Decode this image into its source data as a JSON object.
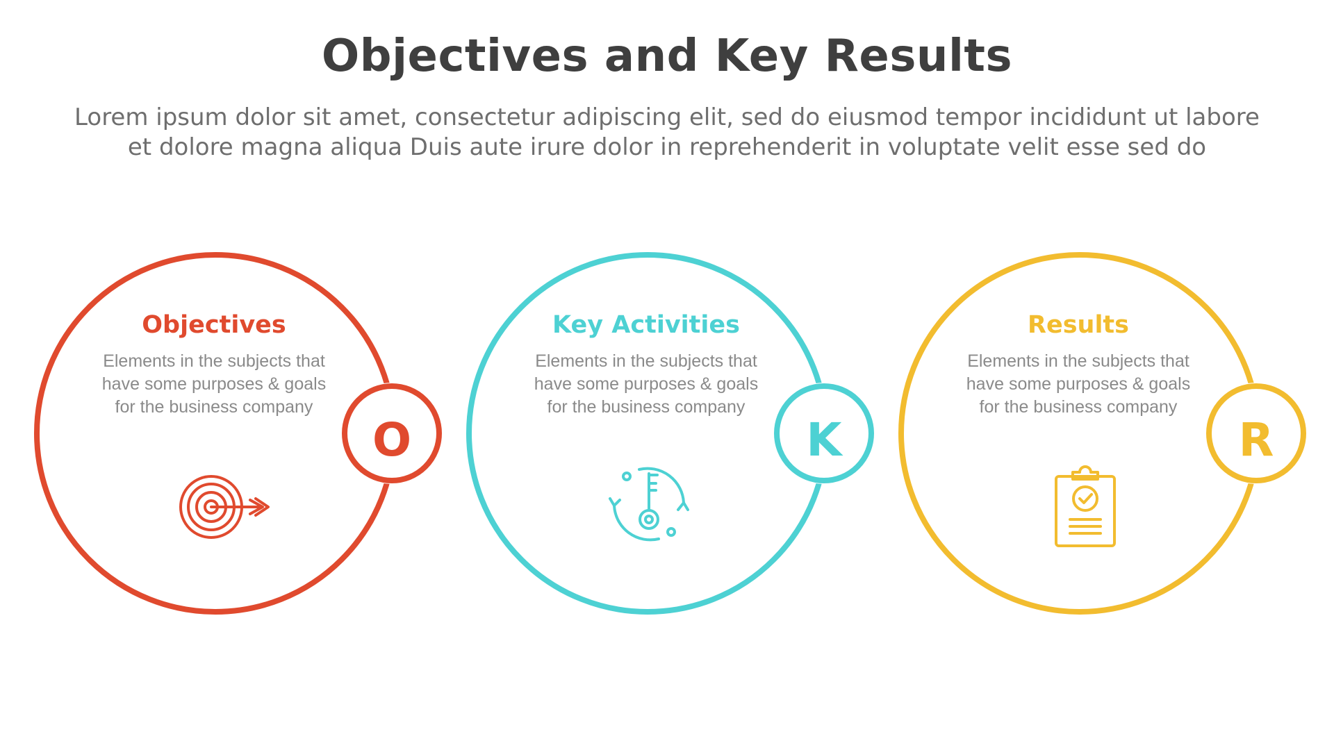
{
  "header": {
    "title": "Objectives and Key Results",
    "subtitle_lines": [
      "Lorem ipsum dolor sit amet, consectetur adipiscing elit, sed do eiusmod tempor incididunt ut labore",
      "et dolore magna aliqua Duis aute irure dolor in reprehenderit in voluptate velit esse sed do"
    ]
  },
  "items": [
    {
      "heading": "Objectives",
      "letter": "O",
      "color": "#e04a2e",
      "icon": "target-arrow-icon",
      "lines": [
        "Elements in the subjects that",
        "have  some purposes & goals",
        "for the  business company"
      ]
    },
    {
      "heading": "Key Activities",
      "letter": "K",
      "color": "#4dd1d3",
      "icon": "key-cycle-icon",
      "lines": [
        "Elements in the subjects that",
        "have  some purposes & goals",
        "for the  business company"
      ]
    },
    {
      "heading": "Results",
      "letter": "R",
      "color": "#f2bc2f",
      "icon": "clipboard-check-icon",
      "lines": [
        "Elements in the subjects that",
        "have  some purposes & goals",
        "for the  business company"
      ]
    }
  ]
}
